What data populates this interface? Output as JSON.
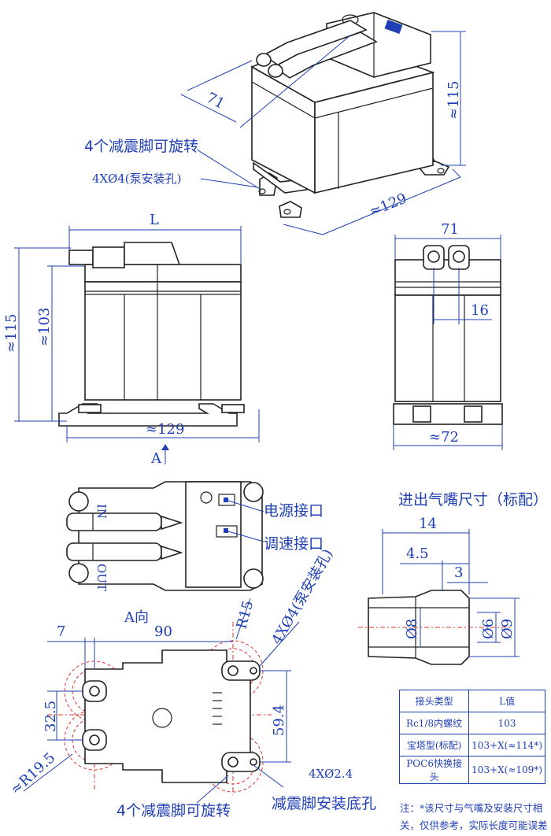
{
  "iso": {
    "dim_71": "71",
    "dim_115": "≈115",
    "dim_129": "≈129",
    "label_feet": "4个减震脚可旋转",
    "label_holes": "4XØ4(泵安装孔)"
  },
  "front": {
    "dim_L": "L",
    "dim_115": "≈115",
    "dim_103": "≈103",
    "dim_129": "≈129",
    "arrow_label": "A"
  },
  "side": {
    "dim_71": "71",
    "dim_16": "16",
    "dim_72": "≈72"
  },
  "top": {
    "in_label": "IN",
    "out_label": "OUT",
    "power_label": "电源接口",
    "speed_label": "调速接口"
  },
  "nozzle": {
    "title": "进出气嘴尺寸（标配）",
    "dim_14": "14",
    "dim_45": "4.5",
    "dim_3": "3",
    "dim_8": "Ø8",
    "dim_6": "Ø6",
    "dim_9": "Ø9"
  },
  "bottom": {
    "dir_label": "A向",
    "dim_7": "7",
    "dim_90": "90",
    "dim_R15": "R15",
    "dim_holes": "4XØ4(泵安装孔)",
    "dim_325": "32.5",
    "dim_594": "59.4",
    "dim_R195": "≈R19.5",
    "dim_24": "4XØ2.4",
    "label_feet": "4个减震脚可旋转",
    "label_mount": "减震脚安装底孔"
  },
  "table": {
    "header": [
      "接头类型",
      "L值"
    ],
    "rows": [
      [
        "Rc1/8内螺纹",
        "103"
      ],
      [
        "宝塔型(标配)",
        "103+X(≈114*)"
      ],
      [
        "POC6快换接头",
        "103+X(≈109*)"
      ]
    ]
  },
  "note": "注：*该尺寸与气嘴及安装尺寸相关，仅供参考，实际长度可能误差几毫米。"
}
